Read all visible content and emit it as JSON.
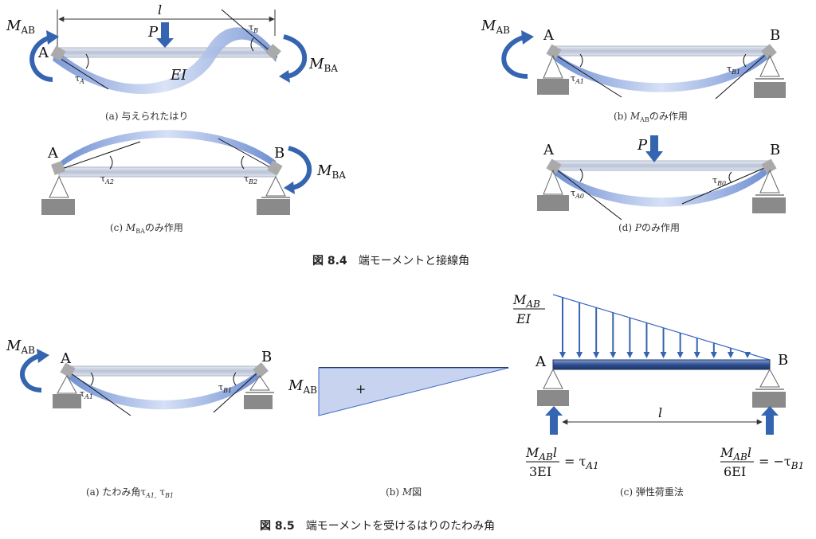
{
  "fig84": {
    "title_num": "図 8.4",
    "title_text": "端モーメントと接線角",
    "a": {
      "caption": "(a) 与えられたはり",
      "length": "l",
      "load": "P",
      "stiffness": "EI",
      "m_ab": "AB",
      "m_ba": "BA",
      "tau_a": "A",
      "tau_b": "B",
      "node_a": "A"
    },
    "b": {
      "caption_pre": "(b) ",
      "caption_sub": "AB",
      "caption_post": "のみ作用",
      "node_a": "A",
      "node_b": "B",
      "m": "AB",
      "tau_a": "A1",
      "tau_b": "B1"
    },
    "c": {
      "caption_pre": "(c) ",
      "caption_sub": "BA",
      "caption_post": "のみ作用",
      "node_a": "A",
      "node_b": "B",
      "m": "BA",
      "tau_a": "A2",
      "tau_b": "B2"
    },
    "d": {
      "caption_pre": "(d) ",
      "caption_var": "P",
      "caption_post": "のみ作用",
      "node_a": "A",
      "node_b": "B",
      "load": "P",
      "tau_a": "A0",
      "tau_b": "B0"
    }
  },
  "fig85": {
    "title_num": "図 8.5",
    "title_text": "端モーメントを受けるはりのたわみ角",
    "a": {
      "caption_pre": "(a) たわみ角",
      "caption_t1": "A1,",
      "caption_t2": "B1",
      "node_a": "A",
      "node_b": "B",
      "m": "AB",
      "tau_a": "A1",
      "tau_b": "B1"
    },
    "b": {
      "caption_pre": "(b) ",
      "caption_var": "M",
      "caption_post": "図",
      "label_sub": "AB",
      "sign": "+"
    },
    "c": {
      "caption": "(c) 弾性荷重法",
      "node_a": "A",
      "node_b": "B",
      "load_num_sub": "AB",
      "load_den": "EI",
      "length": "l",
      "left_num_sub": "AB",
      "left_num_var": "l",
      "left_den": "3EI",
      "left_rhs": "A1",
      "right_num_sub": "AB",
      "right_num_var": "l",
      "right_den": "6EI",
      "right_rhs": "B1"
    }
  },
  "colors": {
    "beam": "#c9d2e6",
    "curve": "#7f9ed8",
    "arrow": "#3564b0",
    "support": "#8a8a8a",
    "diagram_fill": "#c8d4ef",
    "diagram_stroke": "#3b66c4"
  }
}
